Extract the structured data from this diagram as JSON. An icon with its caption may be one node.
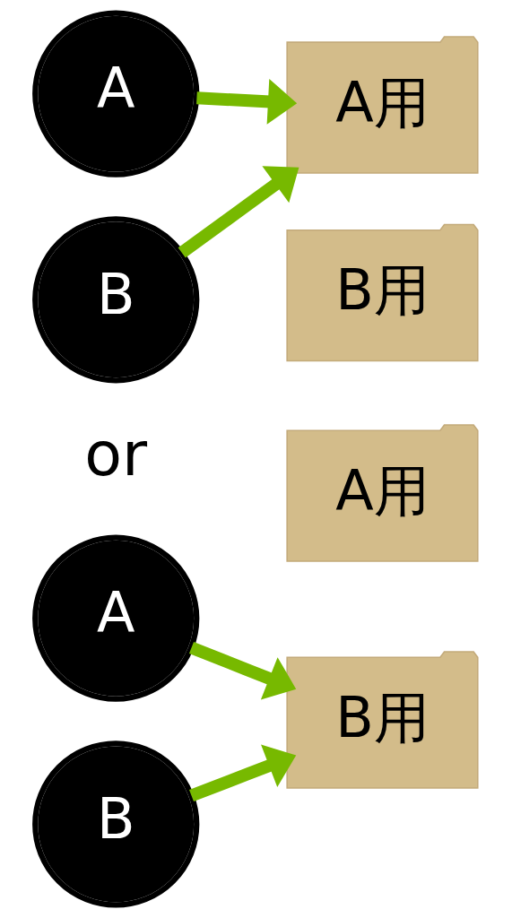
{
  "diagram": {
    "nodes": [
      {
        "text": [
          "A"
        ]
      },
      {
        "text": [
          "A用"
        ]
      },
      {
        "text": [
          "B"
        ]
      },
      {
        "text": [
          "B用"
        ]
      },
      {
        "text": [
          "A"
        ]
      },
      {
        "text": [
          "A用"
        ]
      },
      {
        "text": [
          "B"
        ]
      },
      {
        "text": [
          "B用"
        ]
      }
    ],
    "edges": [
      {
        "from": 0,
        "to": 1,
        "arrow": "to"
      },
      {
        "from": 2,
        "to": 1,
        "arrow": "to"
      },
      {
        "from": 4,
        "to": 7,
        "arrow": "to"
      },
      {
        "from": 6,
        "to": 7,
        "arrow": "to"
      }
    ],
    "labels": [
      "or"
    ]
  }
}
